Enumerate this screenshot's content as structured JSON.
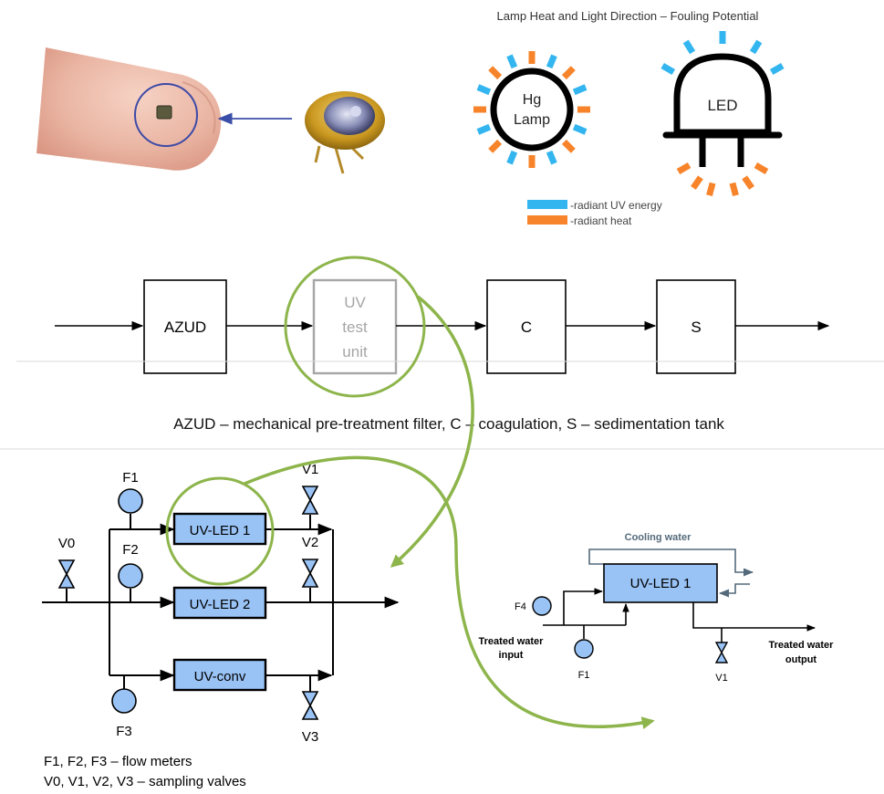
{
  "fouling": {
    "title": "Lamp Heat and Light Direction – Fouling Potential",
    "hg_label_1": "Hg",
    "hg_label_2": "Lamp",
    "led_label": "LED",
    "legend_uv": "-radiant UV energy",
    "legend_heat": "-radiant heat",
    "uv_color": "#33b5f0",
    "heat_color": "#f7842a"
  },
  "process": {
    "azud": "AZUD",
    "uv_line1": "UV",
    "uv_line2": "test",
    "uv_line3": "unit",
    "c": "C",
    "s": "S",
    "caption": "AZUD – mechanical pre-treatment filter, C – coagulation, S – sedimentation tank"
  },
  "setup": {
    "f1": "F1",
    "f2": "F2",
    "f3": "F3",
    "v0": "V0",
    "v1": "V1",
    "v2": "V2",
    "v3": "V3",
    "uv_led_1": "UV-LED 1",
    "uv_led_2": "UV-LED 2",
    "uv_conv": "UV-conv",
    "legend_1": "F1, F2, F3 – flow meters",
    "legend_2": "V0, V1, V2, V3 – sampling valves"
  },
  "detail": {
    "cooling": "Cooling water",
    "uv_led_1": "UV-LED 1",
    "f4": "F4",
    "f1": "F1",
    "v1": "V1",
    "input_1": "Treated water",
    "input_2": "input",
    "output_1": "Treated water",
    "output_2": "output"
  },
  "colors": {
    "box_fill": "#99c2f5",
    "accent_green": "#8db54b",
    "grey": "#a6a6a6",
    "cooling_line": "#546a7b"
  }
}
